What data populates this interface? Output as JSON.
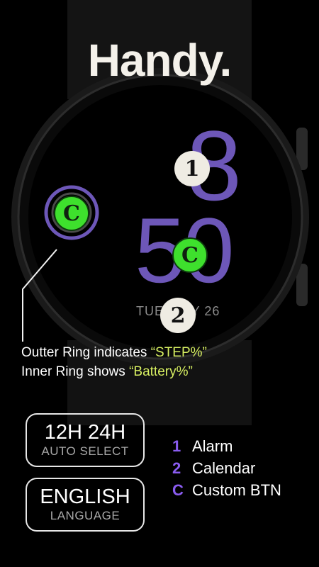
{
  "title": "Handy.",
  "watch": {
    "hour": "8",
    "minutes": "50",
    "date": "TUESDAY 26"
  },
  "badges": {
    "alarm": "1",
    "calendar": "2",
    "custom_left": "C",
    "custom_center": "C"
  },
  "caption": {
    "line1_prefix": "Outter Ring indicates ",
    "line1_highlight": "“STEP%”",
    "line2_prefix": "Inner Ring shows ",
    "line2_highlight": "“Battery%”"
  },
  "feature_boxes": [
    {
      "main": "12H 24H",
      "sub": "AUTO SELECT"
    },
    {
      "main": "ENGLISH",
      "sub": "LANGUAGE"
    }
  ],
  "legend": [
    {
      "key": "1",
      "label": "Alarm"
    },
    {
      "key": "2",
      "label": "Calendar"
    },
    {
      "key": "C",
      "label": "Custom BTN"
    }
  ],
  "colors": {
    "accent_purple": "#6d57b8",
    "legend_purple": "#8a5cf0",
    "highlight_yellow": "#d8f062",
    "badge_green": "#3ee02d",
    "badge_light": "#efece3"
  }
}
